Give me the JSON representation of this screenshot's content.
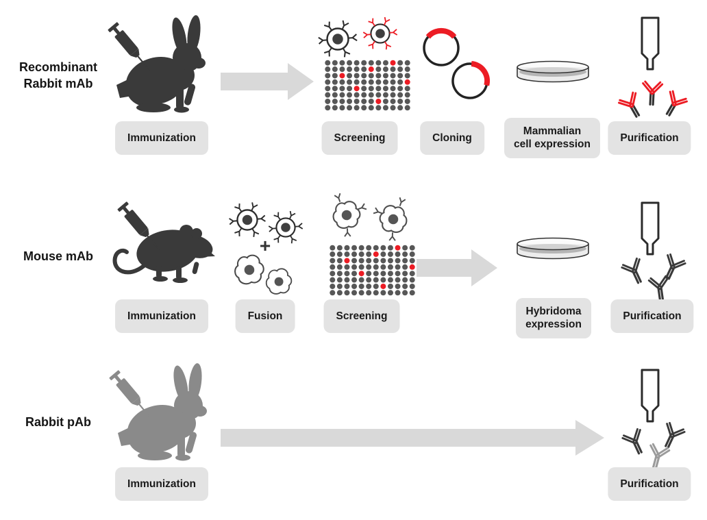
{
  "palette": {
    "dark": "#3a3a3a",
    "gray": "#8a8a8a",
    "red": "#ec1c24",
    "arrow": "#d9d9d9",
    "label_bg": "#e3e3e3",
    "well": "#575757"
  },
  "rows": [
    {
      "title_line1": "Recombinant",
      "title_line2": "Rabbit mAb",
      "steps": {
        "immunization": "Immunization",
        "screening": "Screening",
        "cloning": "Cloning",
        "expression_line1": "Mammalian",
        "expression_line2": "cell expression",
        "purification": "Purification"
      }
    },
    {
      "title_line1": "Mouse mAb",
      "steps": {
        "immunization": "Immunization",
        "fusion": "Fusion",
        "screening": "Screening",
        "expression_line1": "Hybridoma",
        "expression_line2": "expression",
        "purification": "Purification"
      }
    },
    {
      "title_line1": "Rabbit pAb",
      "steps": {
        "immunization": "Immunization",
        "purification": "Purification"
      }
    }
  ],
  "fusion": {
    "plus_sign": "+"
  },
  "well_plate": {
    "cols": 12,
    "rows": 8,
    "red_wells": [
      [
        0,
        9
      ],
      [
        1,
        6
      ],
      [
        2,
        2
      ],
      [
        3,
        11
      ],
      [
        4,
        4
      ],
      [
        6,
        7
      ]
    ],
    "well_color": "#575757",
    "hit_color": "#ec1c24"
  }
}
